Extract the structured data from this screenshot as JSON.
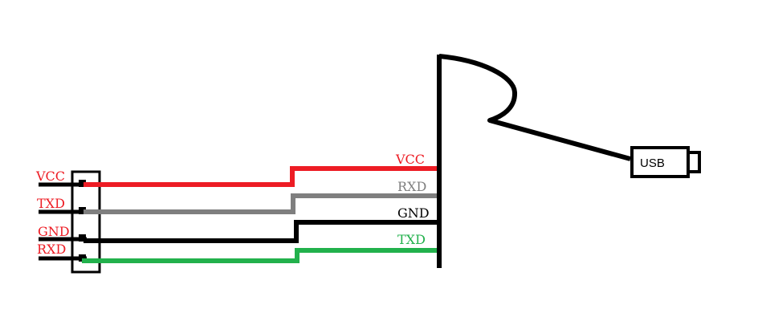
{
  "colors": {
    "vcc": "#ed1c24",
    "rxd": "#7f7f7f",
    "gnd": "#000000",
    "txd": "#22b14c",
    "outline": "#000000"
  },
  "connector": {
    "pins": [
      {
        "label": "VCC",
        "color": "#ed1c24"
      },
      {
        "label": "TXD",
        "color": "#ed1c24"
      },
      {
        "label": "GND",
        "color": "#ed1c24"
      },
      {
        "label": "RXD",
        "color": "#ed1c24"
      }
    ]
  },
  "adapter": {
    "pins": [
      {
        "label": "VCC",
        "color": "#ed1c24"
      },
      {
        "label": "RXD",
        "color": "#7f7f7f"
      },
      {
        "label": "GND",
        "color": "#000000"
      },
      {
        "label": "TXD",
        "color": "#22b14c"
      }
    ]
  },
  "usb": {
    "label": "USB"
  }
}
